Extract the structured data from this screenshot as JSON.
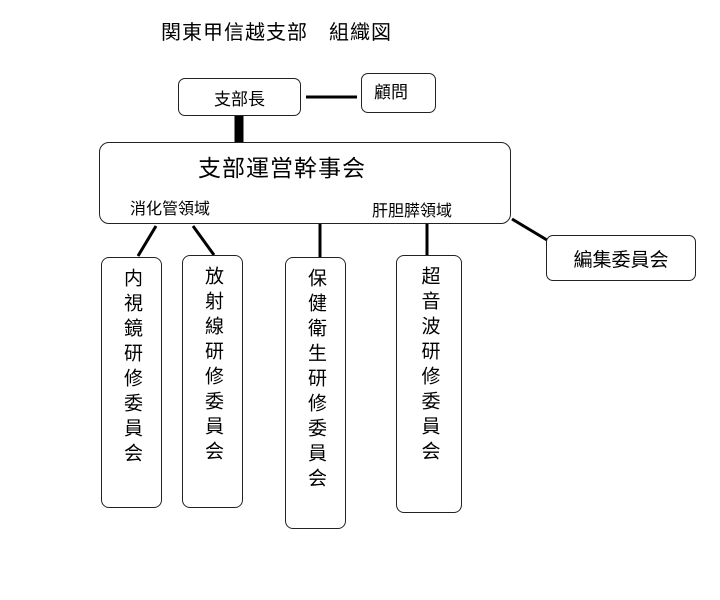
{
  "title": "関東甲信越支部　組織図",
  "nodes": {
    "branch_head": "支部長",
    "advisor": "顧問",
    "council": {
      "title": "支部運営幹事会",
      "field_left": "消化管領域",
      "field_right": "肝胆膵領域"
    },
    "editorial_committee": "編集委員会",
    "committees": [
      "内視鏡研修委員会",
      "放射線研修委員会",
      "保健衛生研修委員会",
      "超音波研修委員会"
    ]
  },
  "colors": {
    "line": "#000000",
    "border": "#222222",
    "background": "#ffffff"
  }
}
